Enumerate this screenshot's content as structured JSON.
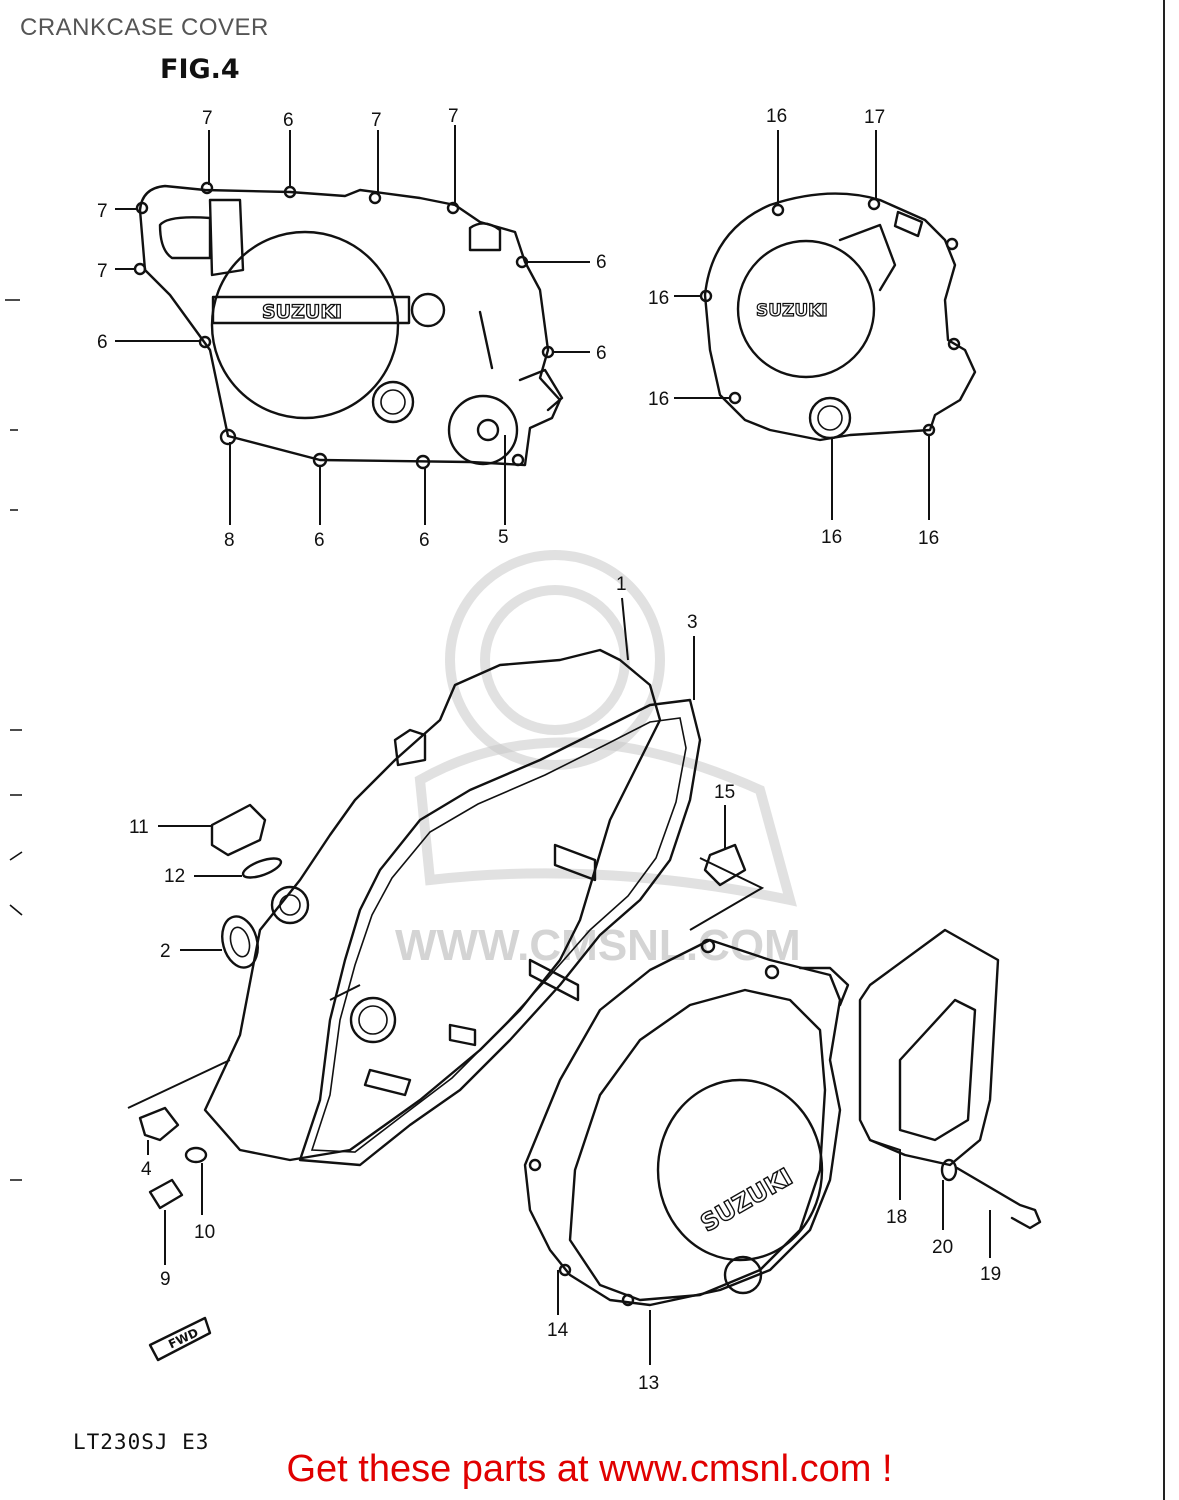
{
  "page_title": "CRANKCASE COVER",
  "figure_label": "FIG.4",
  "model_code": "LT230SJ  E3",
  "brand_logo_text": "SUZUKI",
  "fwd_arrow_text": "FWD",
  "cta_text": "Get these parts at www.cmsnl.com !",
  "watermark_text": "WWW.CMSNL.COM",
  "callouts": [
    {
      "id": "c7a",
      "label": "7"
    },
    {
      "id": "c6a",
      "label": "6"
    },
    {
      "id": "c7b",
      "label": "7"
    },
    {
      "id": "c7c",
      "label": "7"
    },
    {
      "id": "c7d",
      "label": "7"
    },
    {
      "id": "c7e",
      "label": "7"
    },
    {
      "id": "c6b",
      "label": "6"
    },
    {
      "id": "c6c",
      "label": "6"
    },
    {
      "id": "c6d",
      "label": "6"
    },
    {
      "id": "c8",
      "label": "8"
    },
    {
      "id": "c6e",
      "label": "6"
    },
    {
      "id": "c6f",
      "label": "6"
    },
    {
      "id": "c5",
      "label": "5"
    },
    {
      "id": "c16a",
      "label": "16"
    },
    {
      "id": "c17",
      "label": "17"
    },
    {
      "id": "c16b",
      "label": "16"
    },
    {
      "id": "c16c",
      "label": "16"
    },
    {
      "id": "c16d",
      "label": "16"
    },
    {
      "id": "c16e",
      "label": "16"
    },
    {
      "id": "c1",
      "label": "1"
    },
    {
      "id": "c3",
      "label": "3"
    },
    {
      "id": "c15",
      "label": "15"
    },
    {
      "id": "c11",
      "label": "11"
    },
    {
      "id": "c12",
      "label": "12"
    },
    {
      "id": "c2",
      "label": "2"
    },
    {
      "id": "c4",
      "label": "4"
    },
    {
      "id": "c10",
      "label": "10"
    },
    {
      "id": "c9",
      "label": "9"
    },
    {
      "id": "c14",
      "label": "14"
    },
    {
      "id": "c13",
      "label": "13"
    },
    {
      "id": "c18",
      "label": "18"
    },
    {
      "id": "c20",
      "label": "20"
    },
    {
      "id": "c19",
      "label": "19"
    }
  ]
}
